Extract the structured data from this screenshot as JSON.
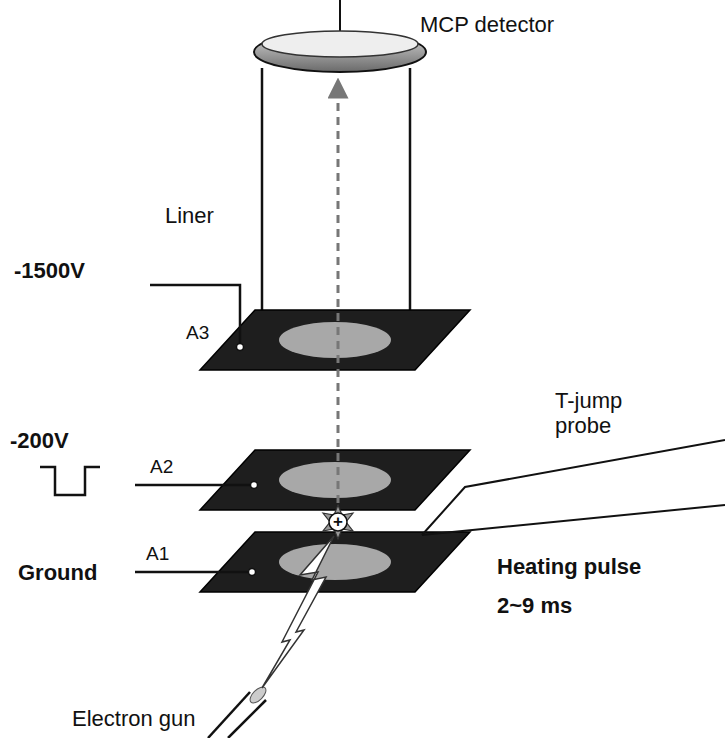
{
  "diagram": {
    "labels": [
      "MCP detector",
      "Liner",
      "-1500V",
      "A3",
      "-200V",
      "A2",
      "T-jump probe",
      "+",
      "A1",
      "Heating pulse 2~9 ms",
      "Ground",
      "Electron gun"
    ]
  }
}
